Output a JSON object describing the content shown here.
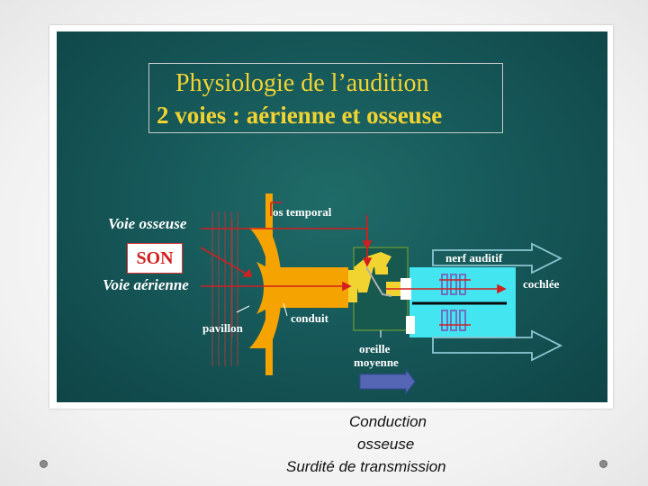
{
  "title": {
    "line1": "Physiologie de l’audition",
    "line2": "2 voies : aérienne et osseuse"
  },
  "labels": {
    "voie_osseuse": "Voie osseuse",
    "son": "SON",
    "voie_aerienne": "Voie aérienne",
    "pavillon": "pavillon",
    "os_temporal": "os temporal",
    "conduit": "conduit",
    "oreille_moyenne_line1": "oreille",
    "oreille_moyenne_line2": "moyenne",
    "nerf_auditif": "nerf auditif",
    "cochlee": "cochlée"
  },
  "caption": {
    "line1": "Conduction",
    "line2": "osseuse",
    "line3": "Surdité de transmission"
  },
  "colors": {
    "panel_bg": "#17595a",
    "title_text": "#f2d431",
    "outer_ear": "#f5a300",
    "middle_ear": "#f2d431",
    "cochlea": "#43e6f0",
    "arrows": "#d21f1f",
    "outline_arrows": "#8cc6d2",
    "blue_arrow": "#5566b5"
  },
  "icons": {
    "flow_arrow": "blue-right-arrow-icon"
  }
}
